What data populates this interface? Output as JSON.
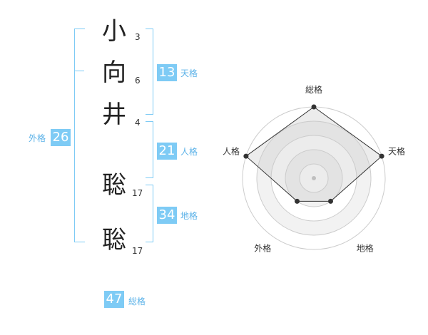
{
  "characters": [
    {
      "char": "小",
      "strokes": "3"
    },
    {
      "char": "向",
      "strokes": "6"
    },
    {
      "char": "井",
      "strokes": "4"
    },
    {
      "char": "聡",
      "strokes": "17"
    },
    {
      "char": "聡",
      "strokes": "17"
    }
  ],
  "scores": {
    "tenkaku": {
      "value": "13",
      "label": "天格"
    },
    "jinkaku": {
      "value": "21",
      "label": "人格"
    },
    "chikaku": {
      "value": "34",
      "label": "地格"
    },
    "gaikaku": {
      "value": "26",
      "label": "外格"
    },
    "soukaku": {
      "value": "47",
      "label": "総格"
    }
  },
  "colors": {
    "accent": "#7ecbf5",
    "label": "#5bb2e8",
    "text": "#222222"
  },
  "chart_data": {
    "type": "radar",
    "axes": [
      "総格",
      "天格",
      "地格",
      "外格",
      "人格"
    ],
    "values": [
      1.0,
      1.0,
      0.4,
      0.4,
      1.0
    ],
    "range": [
      0,
      1
    ],
    "grid": true
  }
}
